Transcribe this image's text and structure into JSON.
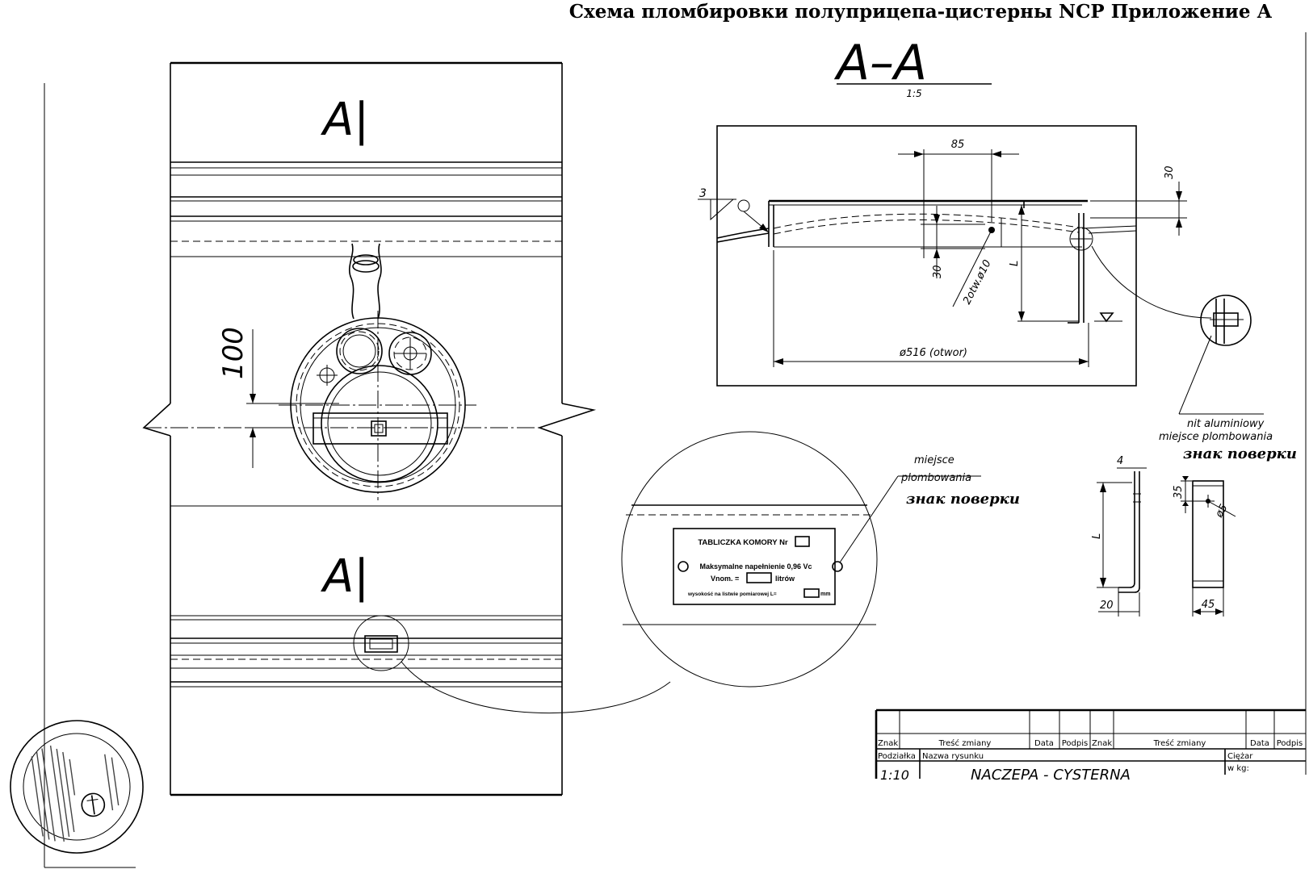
{
  "title": "Схема пломбировки полуприцепа-цистерны NCP Приложение А",
  "top_view": {
    "section_mark_upper": "A|",
    "section_mark_lower": "A|",
    "dimension_100": "100"
  },
  "section": {
    "label": "A–A",
    "scale": "1:5",
    "dim_85": "85",
    "dim_30_top": "30",
    "dim_30_left": "30",
    "weld_symbol": "3",
    "hole_label": "2otw.ø10",
    "dim_L": "L",
    "opening_label": "ø516 (otwor)"
  },
  "callout_right": {
    "line1": "nit aluminiowy",
    "line2": "miejsce plombowania",
    "line3": "знак поверки"
  },
  "callout_plate": {
    "line1": "miejsce",
    "line2": "plombowania",
    "line3": "знак поверки"
  },
  "plate": {
    "title": "TABLICZKA KOMORY Nr",
    "line2": "Maksymalne napełnienie 0,96 Vc",
    "line3_prefix": "Vnom. =",
    "line3_suffix": "litrów",
    "line4_prefix": "wysokość na listwie pomiarowej L=",
    "line4_suffix": "mm"
  },
  "bracket": {
    "dim_4": "4",
    "dim_L": "L",
    "dim_20": "20",
    "dim_35": "35",
    "dim_d5": "ø5",
    "dim_45": "45"
  },
  "title_block": {
    "col_znak": "Znak",
    "col_tresc": "Treść zmiany",
    "col_data": "Data",
    "col_podpis": "Podpis",
    "col_znak2": "Znak",
    "col_tresc2": "Treść zmiany",
    "col_data2": "Data",
    "col_podpis2": "Podpis",
    "podzialka": "Podziałka",
    "nazwa": "Nazwa rysunku",
    "ciezar": "Ciężar",
    "wkg": "w kg:",
    "scale_value": "1:10",
    "drawing_name": "NACZEPA - CYSTERNA"
  }
}
